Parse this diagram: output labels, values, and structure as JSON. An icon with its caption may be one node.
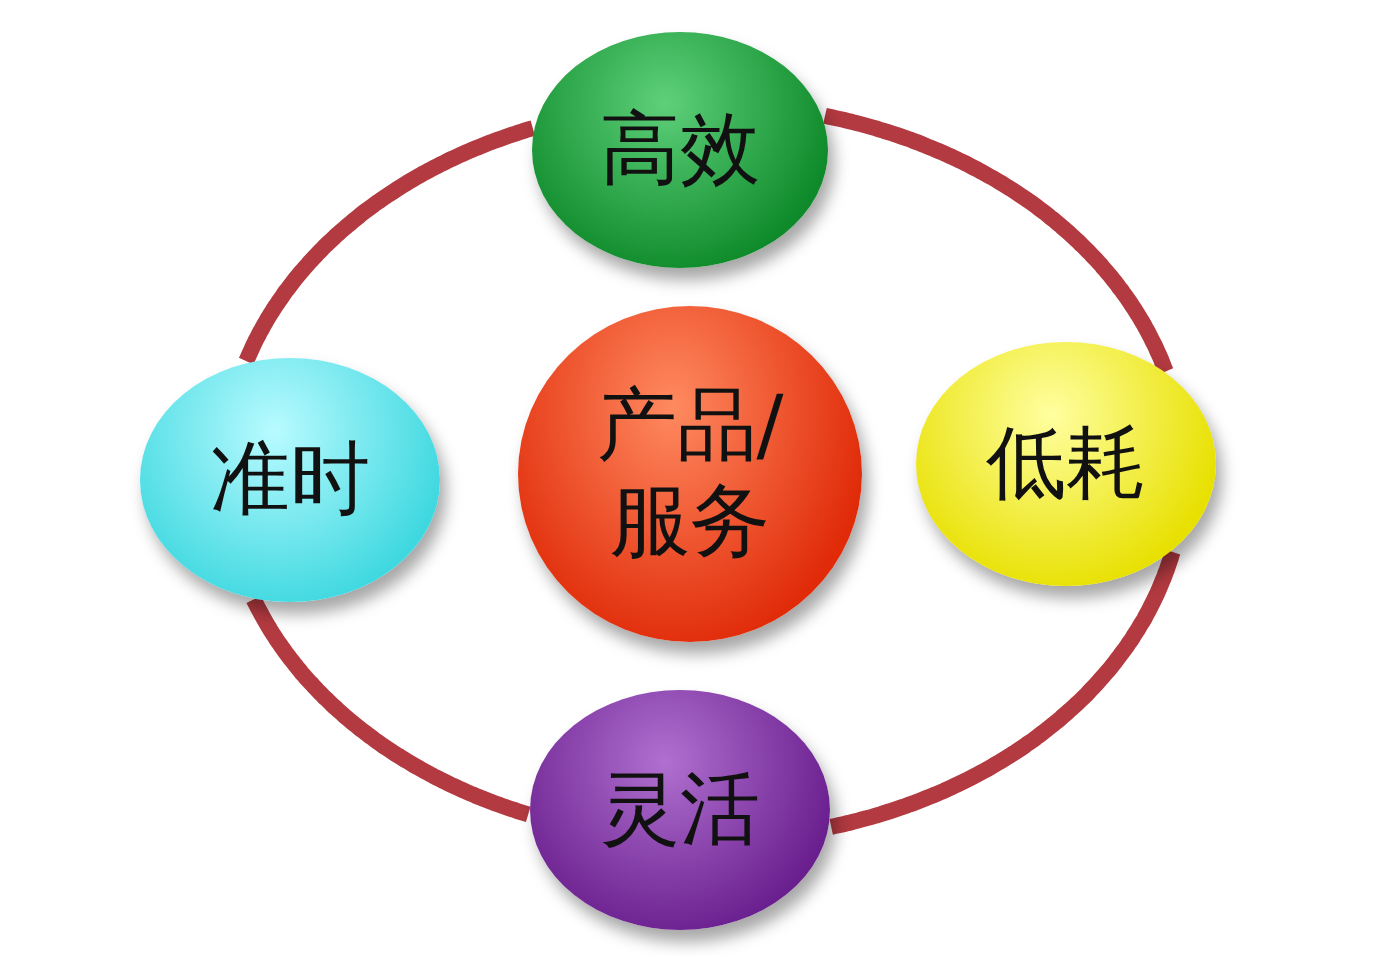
{
  "diagram": {
    "nodes": [
      {
        "text": [
          "高效"
        ]
      },
      {
        "text": [
          "准时"
        ]
      },
      {
        "text": [
          "产品/服务"
        ]
      },
      {
        "text": [
          "低耗"
        ]
      },
      {
        "text": [
          "灵活"
        ]
      }
    ],
    "edges": [
      {
        "from": 0,
        "to": 3,
        "arrow": "none"
      },
      {
        "from": 3,
        "to": 4,
        "arrow": "none"
      },
      {
        "from": 4,
        "to": 1,
        "arrow": "none"
      },
      {
        "from": 1,
        "to": 0,
        "arrow": "none"
      }
    ]
  }
}
